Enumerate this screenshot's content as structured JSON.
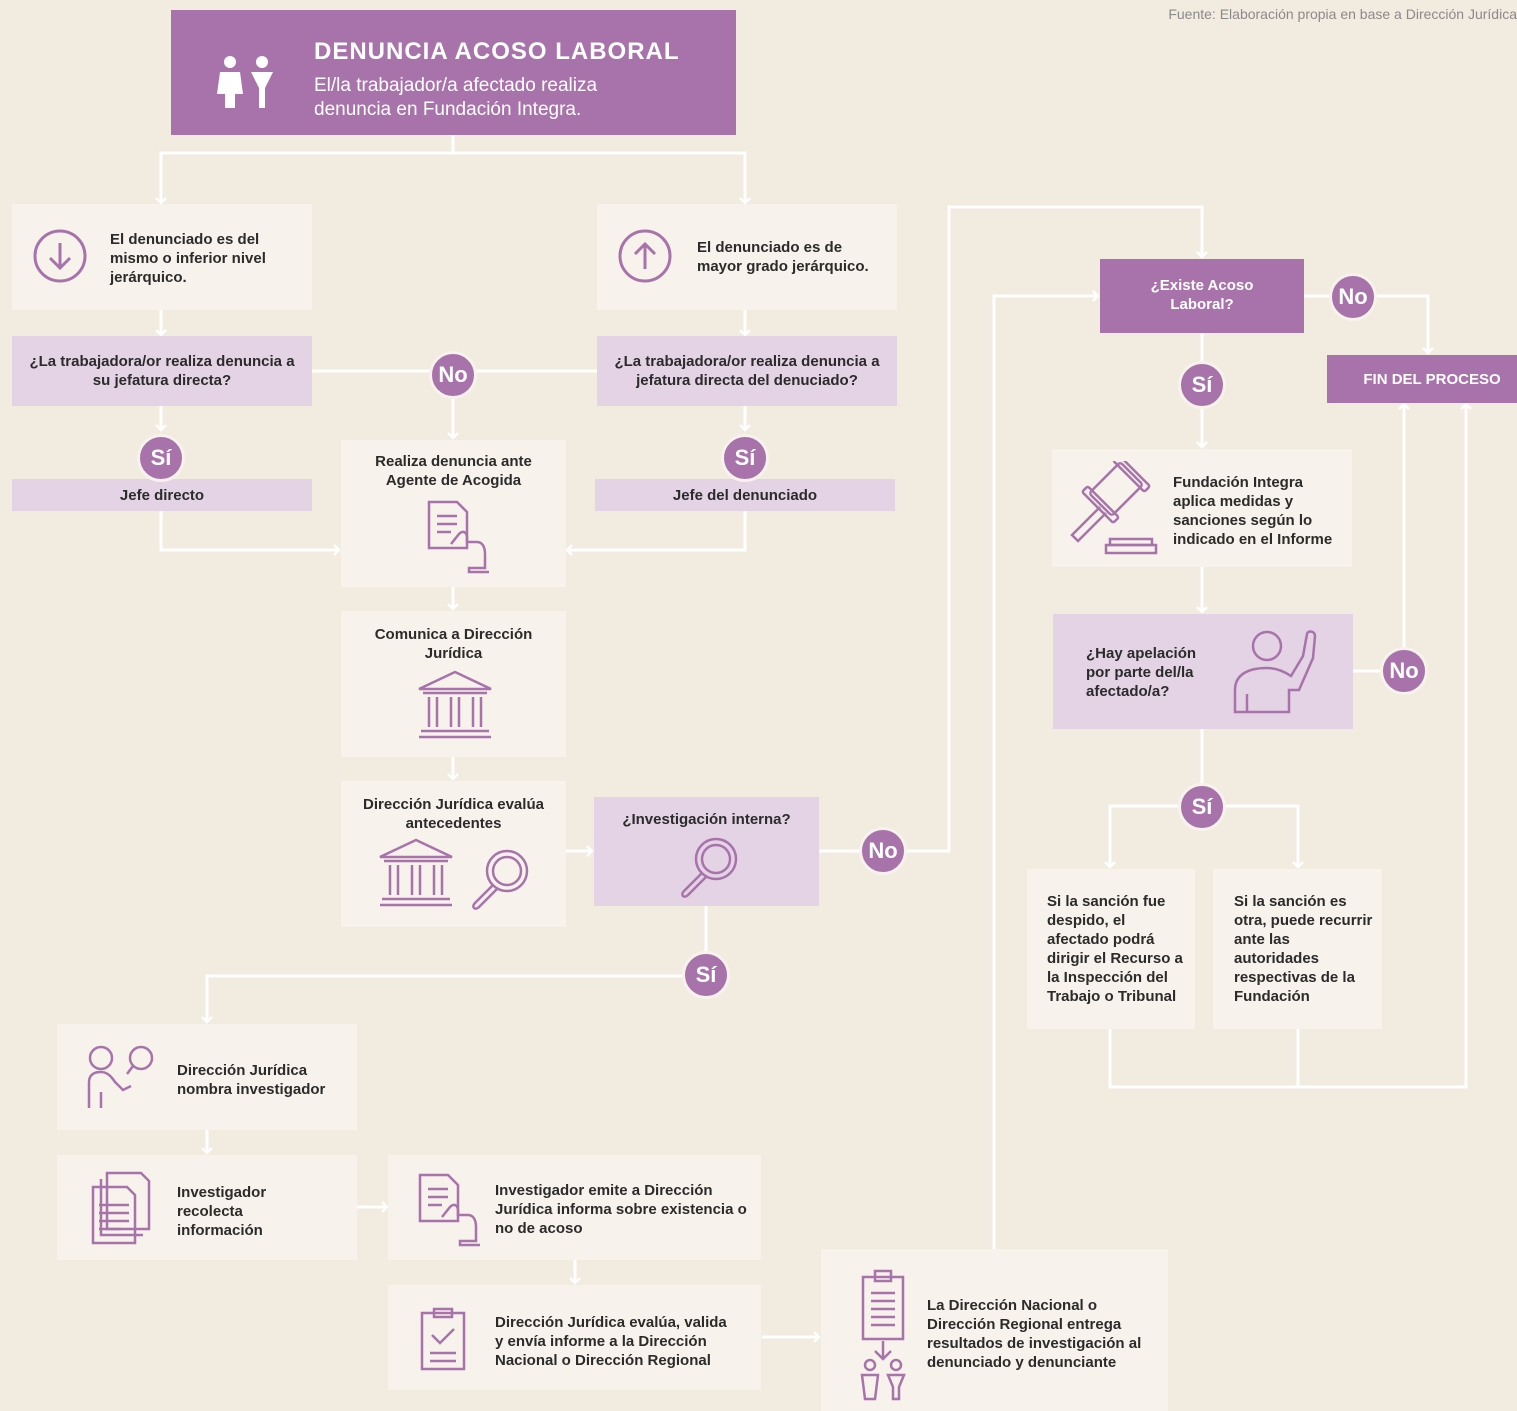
{
  "source": "Fuente: Elaboración propia en base a Dirección Jurídica",
  "header": {
    "title": "DENUNCIA ACOSO LABORAL",
    "subtitle": "El/la trabajador/a afectado realiza denuncia en Fundación Integra."
  },
  "left_branch": {
    "case": "El denunciado es del mismo o inferior nivel jerárquico.",
    "question": "¿La trabajadora/or realiza denuncia a su jefatura directa?",
    "yes_target": "Jefe directo"
  },
  "right_branch": {
    "case": "El denunciado es de mayor grado jerárquico.",
    "question": "¿La trabajadora/or realiza denuncia a jefatura directa del denuciado?",
    "yes_target": "Jefe del denunciado"
  },
  "center": {
    "agent": "Realiza denuncia ante Agente de Acogida",
    "communicate": "Comunica a Dirección Jurídica",
    "evaluate": "Dirección Jurídica evalúa antecedentes",
    "internal_question": "¿Investigación interna?"
  },
  "investigation": {
    "appoint": "Dirección Jurídica nombra investigador",
    "collect": "Investigador recolecta información",
    "report": "Investigador emite a Dirección Jurídica informa sobre existencia o no de acoso",
    "validate": "Dirección Jurídica evalúa, valida y envía informe a la Dirección Nacional o Dirección Regional",
    "deliver": "La Dirección Nacional o Dirección Regional entrega resultados de investigación al denunciado y denunciante"
  },
  "outcome": {
    "question": "¿Existe Acoso Laboral?",
    "end": "FIN DEL PROCESO",
    "sanction": "Fundación Integra aplica medidas y sanciones según lo indicado en el Informe",
    "appeal_question": "¿Hay apelación por parte del/la afectado/a?",
    "dismissal": "Si la sanción fue despido, el afectado podrá dirigir el Recurso a la Inspección del Trabajo o Tribunal",
    "other": "Si la sanción es otra, puede recurrir ante las autoridades respectivas de la Fundación"
  },
  "labels": {
    "yes": "Sí",
    "no": "No"
  },
  "icons": [
    "people-icon",
    "arrow-down-circle-icon",
    "arrow-up-circle-icon",
    "document-hand-icon",
    "institution-icon",
    "magnifier-icon",
    "gavel-icon",
    "raised-hand-person-icon",
    "presenter-icon",
    "documents-icon",
    "clipboard-check-icon",
    "clipboard-list-icon"
  ],
  "colors": {
    "background": "#f2ebe0",
    "accent": "#a872ab",
    "decision": "#e3d3e4",
    "box": "#f7f3ec"
  }
}
